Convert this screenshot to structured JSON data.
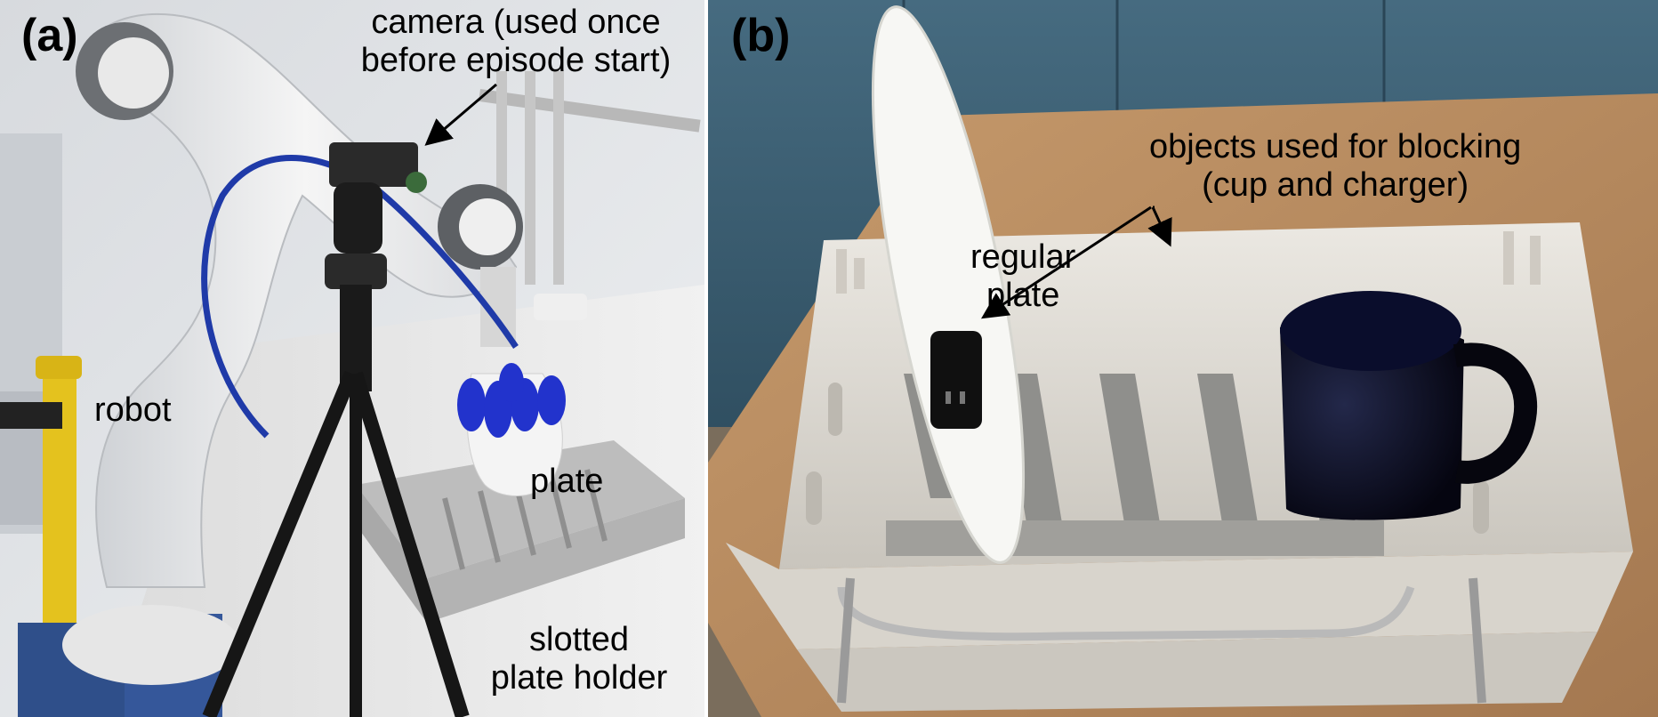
{
  "panel_a": {
    "letter": "(a)",
    "camera_label_line1": "camera (used once",
    "camera_label_line2": "before episode start)",
    "robot_label": "robot",
    "plate_label": "plate",
    "holder_label_line1": "slotted",
    "holder_label_line2": "plate holder"
  },
  "panel_b": {
    "letter": "(b)",
    "objects_label_line1": "objects used for blocking",
    "objects_label_line2": "(cup and charger)",
    "regular_plate_line1": "regular",
    "regular_plate_line2": "plate"
  },
  "colors": {
    "robot_white": "#eeeeee",
    "gripper_blue": "#2233cc",
    "tube_blue": "#1f3aa8",
    "tripod_black": "#161616",
    "wall_blue": "#3d5f74",
    "table_wood": "#b88a5d",
    "rack_gray": "#d9d6d0",
    "mug_black": "#0b0b1a"
  }
}
